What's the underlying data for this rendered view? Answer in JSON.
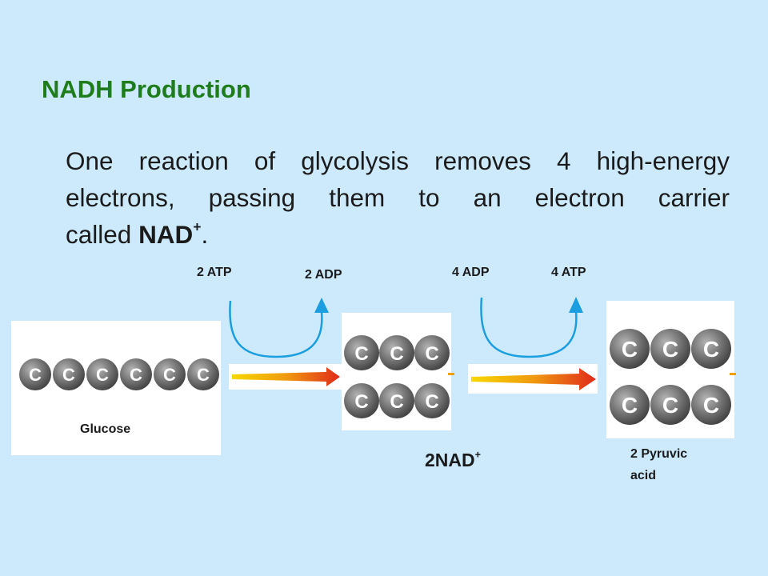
{
  "slide": {
    "title": "NADH Production",
    "body": {
      "line1": "One reaction of glycolysis removes 4 high-energy",
      "line2": "electrons, passing them to an electron carrier",
      "line3_prefix": "called ",
      "line3_bold": "NAD",
      "line3_sup": "+",
      "line3_suffix": "."
    }
  },
  "diagram": {
    "glucose_label": "Glucose",
    "atp_in_1": "2 ATP",
    "adp_out_1": "2 ADP",
    "adp_in_2": "4 ADP",
    "atp_out_2": "4 ATP",
    "nad_label": "2NAD",
    "nad_sup": "+",
    "pyruvic_line1": "2 Pyruvic",
    "pyruvic_line2": "acid",
    "atom_symbol": "C",
    "colors": {
      "background": "#cdeafc",
      "title": "#1e7d1a",
      "curve": "#1a9ee0",
      "arrow_start": "#f2c200",
      "arrow_end": "#e0331c",
      "atom": "#6f6f6f"
    }
  }
}
